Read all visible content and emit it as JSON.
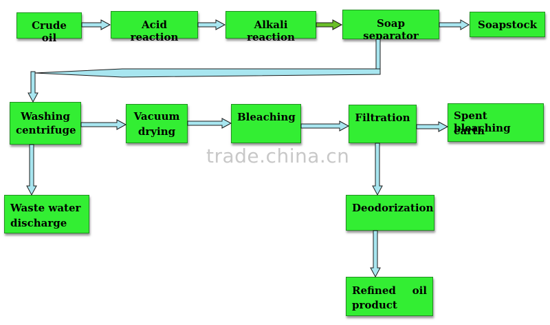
{
  "nodes": {
    "crude_oil": "Crude oil",
    "acid_reaction": "Acid reaction",
    "alkali_reaction": "Alkali reaction",
    "soap_separator": "Soap separator",
    "soapstock": "Soapstock",
    "washing_centrifuge": {
      "line1": "Washing",
      "line2": "centrifuge"
    },
    "vacuum_drying": {
      "line1": "Vacuum",
      "line2": "drying"
    },
    "bleaching": "Bleaching",
    "filtration": "Filtration",
    "spent_bleaching_earth": {
      "line1": "Spent bleaching",
      "line2": "earth"
    },
    "waste_water_discharge": {
      "line1": "Waste water",
      "line2": "discharge"
    },
    "deodorization": "Deodorization",
    "refined_oil_product": {
      "line1": "Refined oil",
      "line2": "product"
    }
  },
  "watermark": "trade.china.cn",
  "colors": {
    "node_fill": "#33ee33",
    "arrow_fill": "#a8e6f0",
    "arrow_stroke": "#1a1a1a",
    "special_arrow": "#6bbf2a"
  }
}
